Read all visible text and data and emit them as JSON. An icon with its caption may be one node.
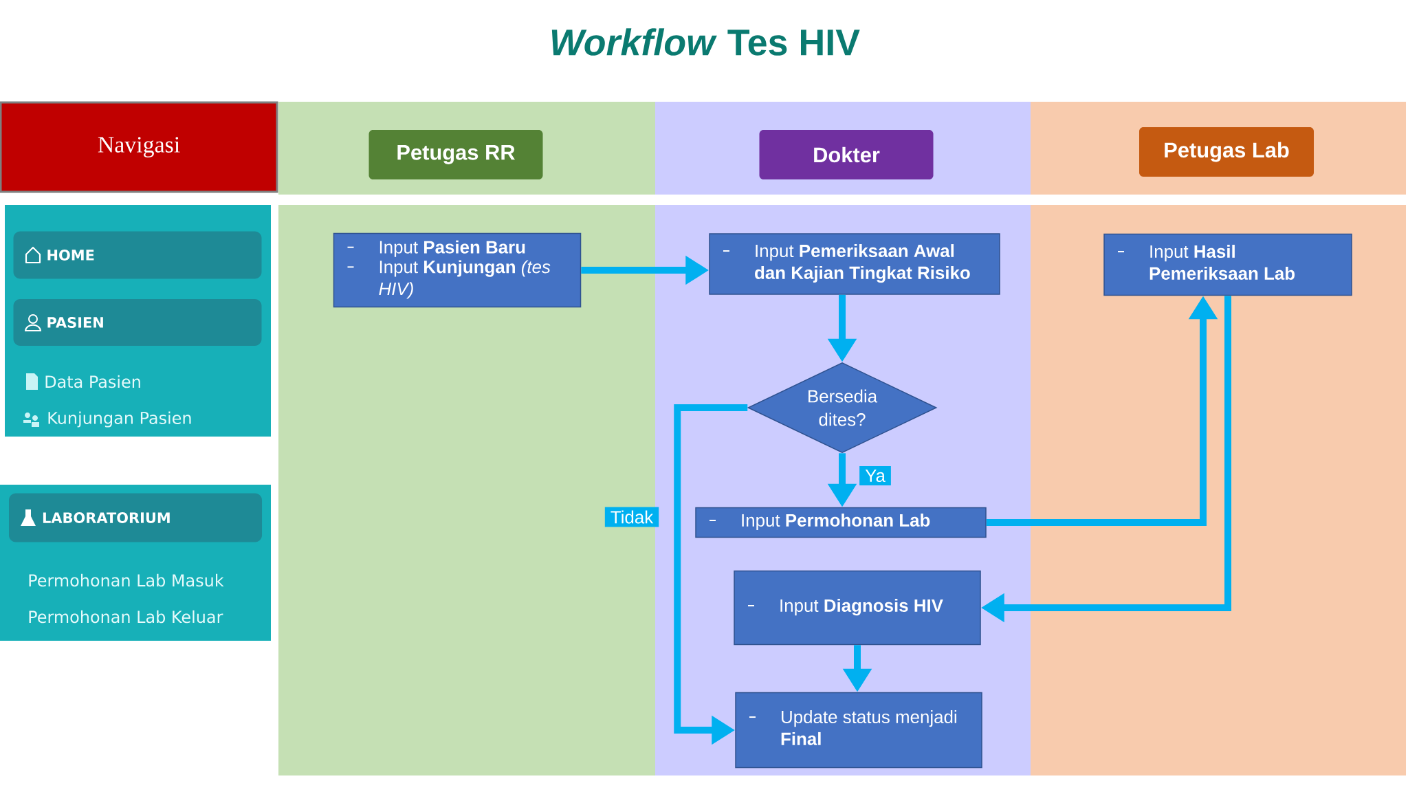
{
  "diagram": {
    "title": "*Workflow* Tes HIV",
    "nodes": [
      {
        "text": [
          "Navigasi"
        ]
      },
      {
        "text": [
          "Petugas RR"
        ]
      },
      {
        "text": [
          "Dokter"
        ]
      },
      {
        "text": [
          "Petugas Lab"
        ]
      },
      {
        "text": [
          "HOME"
        ]
      },
      {
        "text": [
          "PASIEN"
        ]
      },
      {
        "text": [
          "LABORATORIUM"
        ]
      },
      {
        "text": [
          "Input **Pasien Baru**",
          "Input **Kunjungan** *(tes HIV)*"
        ]
      },
      {
        "text": [
          "Input **Pemeriksaan Awal dan Kajian Tingkat Risiko**"
        ]
      },
      {
        "text": [
          "Input **Hasil Pemeriksaan Lab**"
        ]
      },
      {
        "text": [
          "Bersedia dites?"
        ]
      },
      {
        "text": [
          "Input **Permohonan Lab**"
        ]
      },
      {
        "text": [
          "Input **Diagnosis HIV**"
        ]
      },
      {
        "text": [
          "Update status menjadi **Final**"
        ]
      }
    ],
    "edges": [
      {
        "from": 7,
        "to": 8,
        "arrow": "to"
      },
      {
        "from": 8,
        "to": 10,
        "arrow": "to"
      },
      {
        "from": 10,
        "to": 11,
        "arrow": "to",
        "label": "Ya"
      },
      {
        "from": 10,
        "to": 13,
        "arrow": "to",
        "label": "Tidak"
      },
      {
        "from": 11,
        "to": 9,
        "arrow": "to"
      },
      {
        "from": 9,
        "to": 12,
        "arrow": "to"
      },
      {
        "from": 12,
        "to": 13,
        "arrow": "to"
      }
    ],
    "labels": [
      "Data Pasien",
      "Kunjungan Pasien",
      "Permohonan Lab Masuk",
      "Permohonan Lab Keluar"
    ]
  }
}
